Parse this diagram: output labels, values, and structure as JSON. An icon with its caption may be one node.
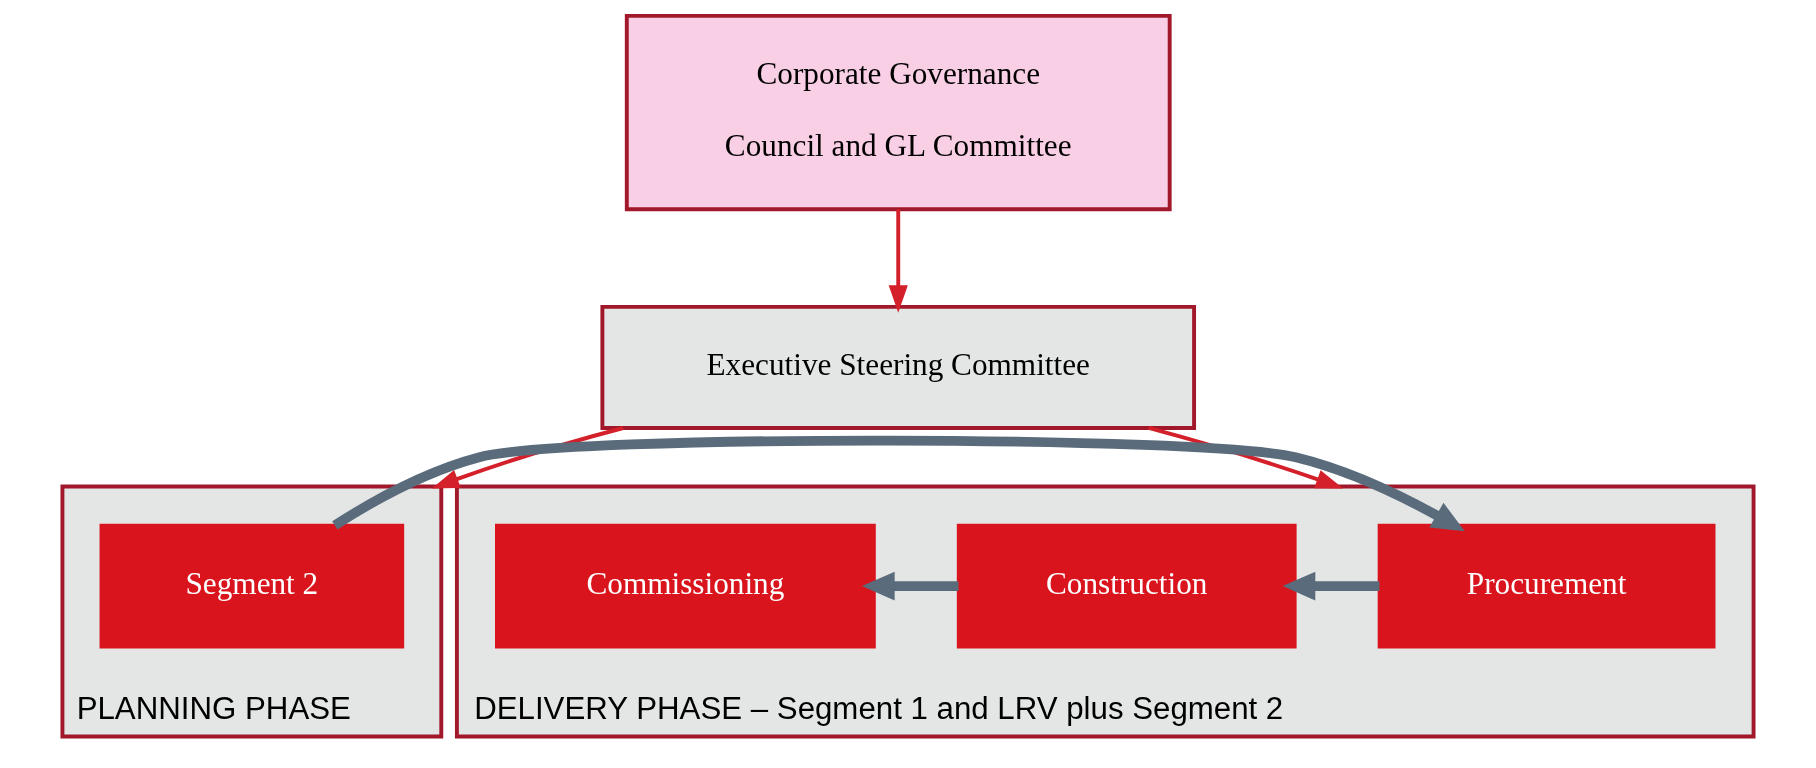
{
  "diagram": {
    "nodes": [
      {
        "text": [
          "Corporate Governance",
          "Council and GL Committee"
        ]
      },
      {
        "text": [
          "Executive Steering Committee"
        ]
      },
      {
        "text": [
          "PLANNING PHASE"
        ]
      },
      {
        "text": [
          "Segment 2"
        ],
        "in": 2
      },
      {
        "text": [
          "DELIVERY PHASE – Segment 1 and LRV plus Segment 2"
        ]
      },
      {
        "text": [
          "Procurement"
        ],
        "in": 4
      },
      {
        "text": [
          "Construction"
        ],
        "in": 4
      },
      {
        "text": [
          "Commissioning"
        ],
        "in": 4
      }
    ],
    "edges": [
      {
        "from": 0,
        "to": 1,
        "arrow": "to",
        "color": "#d4202a"
      },
      {
        "from": 1,
        "to": 2,
        "arrow": "to",
        "color": "#d4202a"
      },
      {
        "from": 1,
        "to": 4,
        "arrow": "to",
        "color": "#d4202a"
      },
      {
        "from": 3,
        "to": 5,
        "arrow": "to",
        "style": "thick",
        "color": "#5a6b7b"
      },
      {
        "from": 5,
        "to": 6,
        "arrow": "to",
        "style": "thick",
        "color": "#5a6b7b"
      },
      {
        "from": 6,
        "to": 7,
        "arrow": "to",
        "style": "thick",
        "color": "#5a6b7b"
      }
    ]
  }
}
